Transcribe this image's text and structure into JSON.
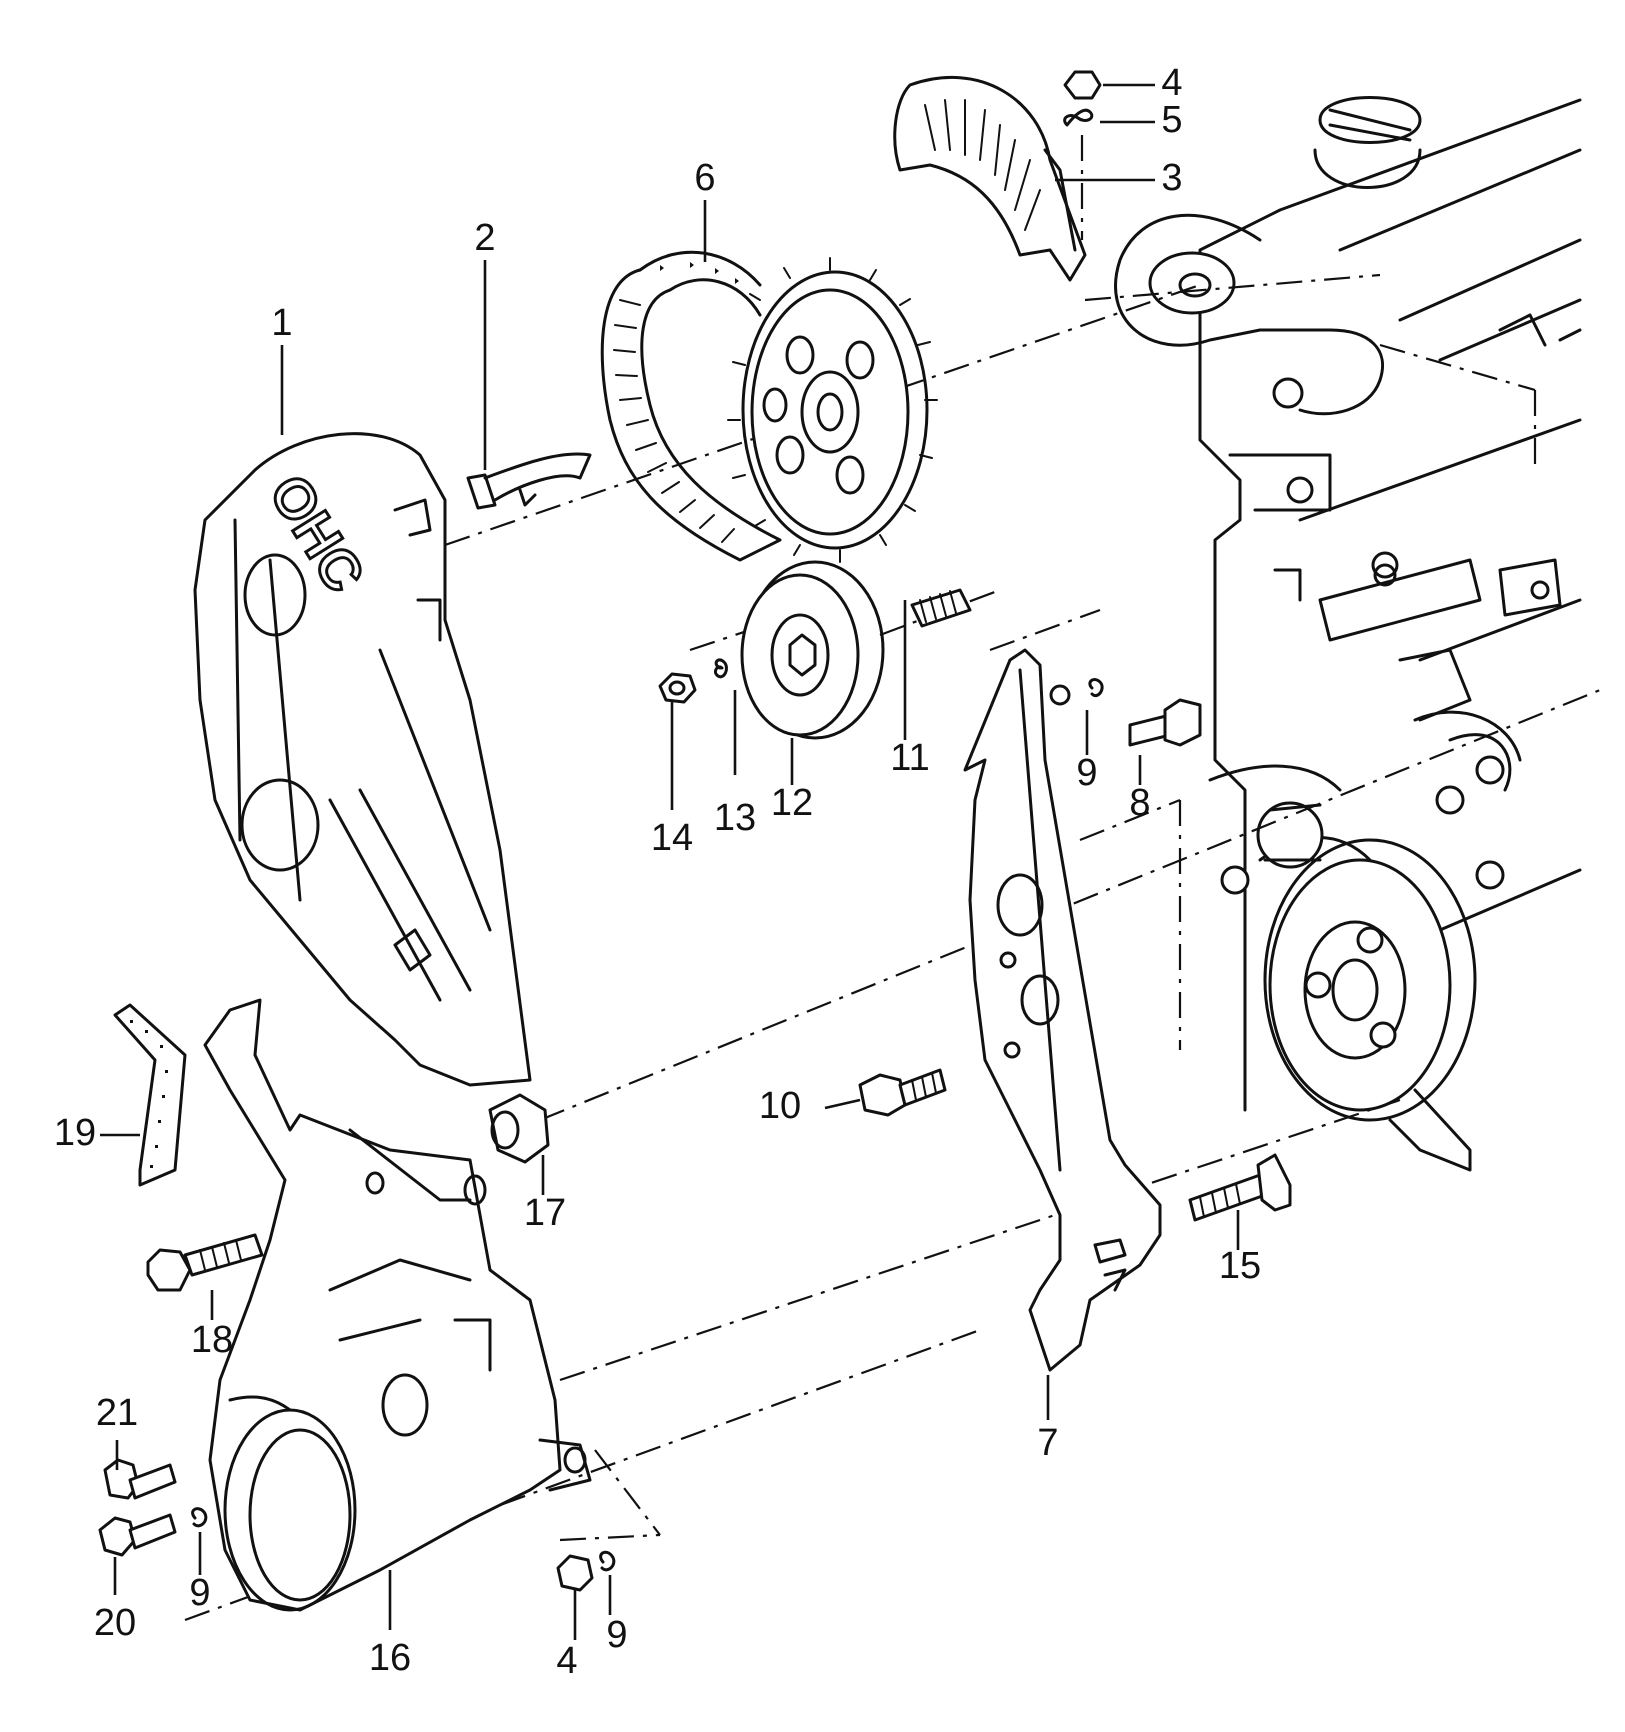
{
  "callouts": {
    "c1": "1",
    "c2": "2",
    "c3": "3",
    "c4_top": "4",
    "c4_bottom": "4",
    "c5": "5",
    "c6": "6",
    "c7": "7",
    "c8": "8",
    "c9_upper": "9",
    "c9_left": "9",
    "c9_bottom": "9",
    "c10": "10",
    "c11": "11",
    "c12": "12",
    "c13": "13",
    "c14": "14",
    "c15": "15",
    "c16": "16",
    "c17": "17",
    "c18": "18",
    "c19": "19",
    "c20": "20",
    "c21": "21"
  },
  "cover_logo_text": "OHC"
}
